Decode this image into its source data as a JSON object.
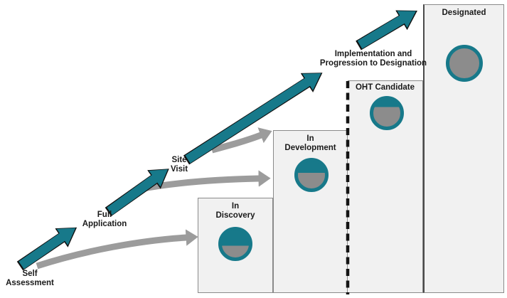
{
  "colors": {
    "teal": "#17798A",
    "arrow_outline": "#101010",
    "gray_arrow": "#9C9C9C",
    "progress_gray": "#8C8C8C",
    "box_bg": "#F1F1F1",
    "box_border": "#8A8A8A",
    "divider_dashed": "#141414",
    "text": "#1A1A1A"
  },
  "path_labels": {
    "self_assessment": {
      "text": "Self\nAssessment"
    },
    "full_application": {
      "text": "Full\nApplication"
    },
    "site_visit": {
      "text": "Site\nVisit"
    },
    "implementation": {
      "text": "Implementation and\nProgression to Designation"
    }
  },
  "stages": [
    {
      "id": "in-discovery",
      "title": "In\nDiscovery",
      "circle_teal_top_percent": 56
    },
    {
      "id": "in-development",
      "title": "In\nDevelopment",
      "circle_teal_top_percent": 42
    },
    {
      "id": "oht-candidate",
      "title": "OHT Candidate",
      "circle_teal_top_percent": 28
    },
    {
      "id": "designated",
      "title": "Designated",
      "circle_teal_top_percent": 0
    }
  ]
}
